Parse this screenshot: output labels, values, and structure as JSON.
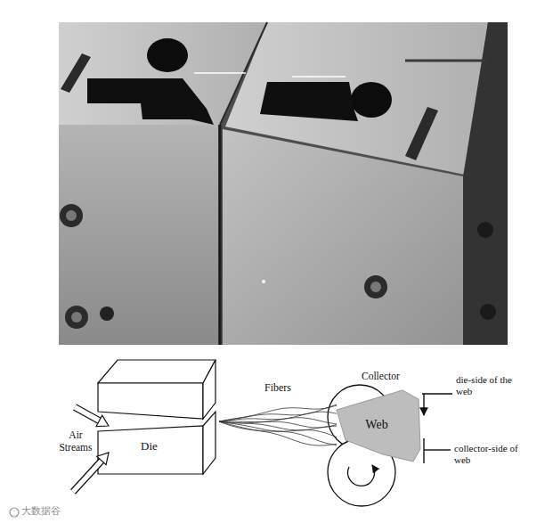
{
  "diagram": {
    "nodes": [
      {
        "text": [
          "Die"
        ]
      },
      {
        "text": [
          "Web"
        ]
      }
    ],
    "edges": [
      {
        "from": 0,
        "to": 1,
        "arrow": "none",
        "label": "Fibers"
      }
    ],
    "labels": [
      "Air Streams",
      "Collector",
      "die-side of the web",
      "collector-side of web",
      "大数据谷"
    ]
  }
}
